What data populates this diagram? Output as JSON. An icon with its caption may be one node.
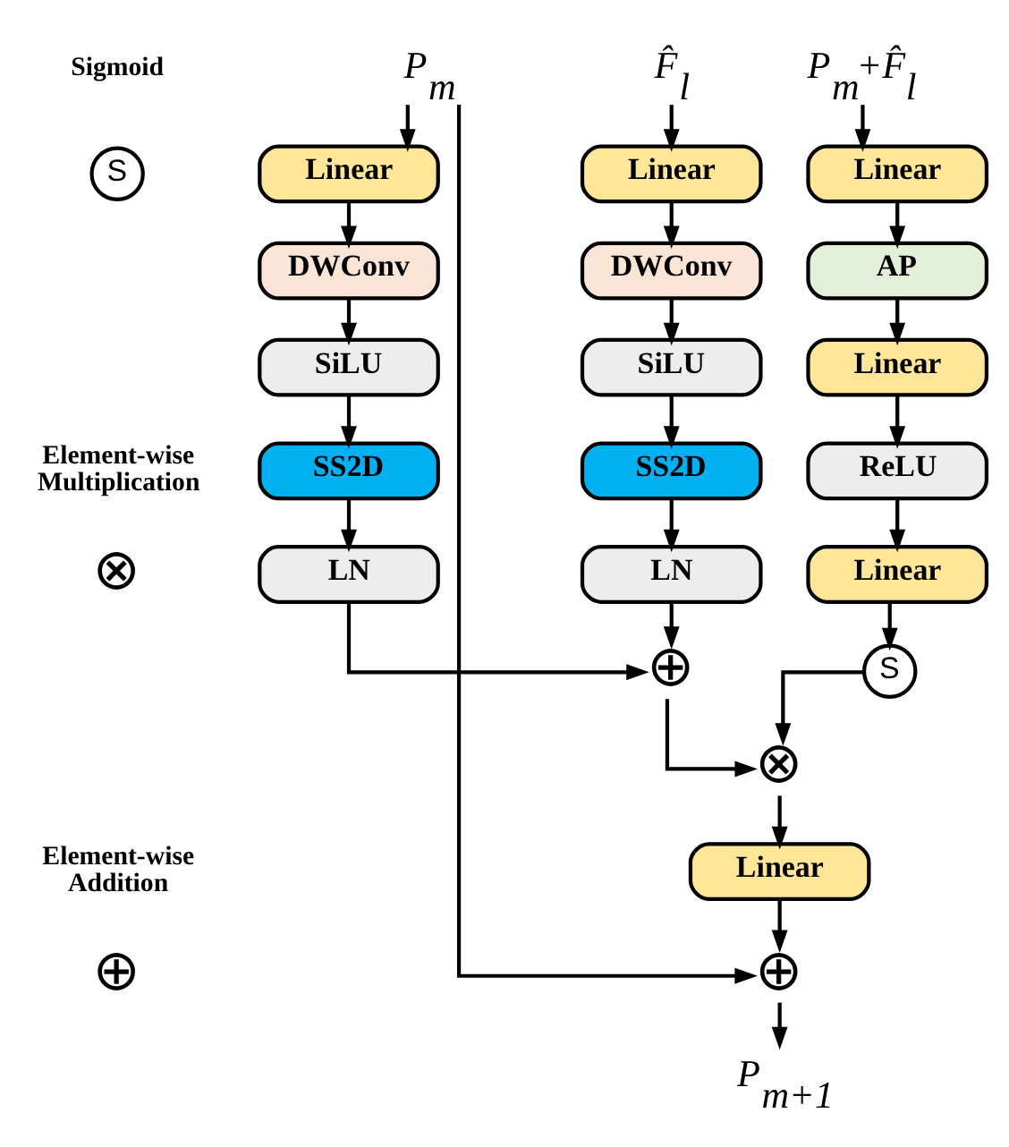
{
  "diagram": {
    "nodes": [
      {
        "text": [
          "P$_{m}$"
        ]
      },
      {
        "text": [
          "F̂$_{l}$"
        ]
      },
      {
        "text": [
          "P$_{m}$+F̂$_{l}$"
        ]
      },
      {
        "text": [
          "Linear"
        ]
      },
      {
        "text": [
          "Linear"
        ]
      },
      {
        "text": [
          "Linear"
        ]
      },
      {
        "text": [
          "DWConv"
        ]
      },
      {
        "text": [
          "DWConv"
        ]
      },
      {
        "text": [
          "AP"
        ]
      },
      {
        "text": [
          "Linear"
        ]
      },
      {
        "text": [
          "SiLU"
        ]
      },
      {
        "text": [
          "SiLU"
        ]
      },
      {
        "text": [
          "ReLU"
        ]
      },
      {
        "text": [
          "SS2D"
        ]
      },
      {
        "text": [
          "SS2D"
        ]
      },
      {
        "text": [
          "Linear"
        ]
      },
      {
        "text": [
          "LN"
        ]
      },
      {
        "text": [
          "S"
        ]
      },
      {
        "text": [
          "LN"
        ]
      },
      {
        "text": [
          "⊕"
        ]
      },
      {
        "text": [
          "⊗"
        ]
      },
      {
        "text": [
          "Linear"
        ]
      },
      {
        "text": [
          "⊕"
        ]
      },
      {
        "text": [
          "P$_{m+1}$"
        ]
      },
      {
        "text": [
          "S"
        ],
        "beside": [
          "Sigmoid"
        ]
      },
      {
        "text": [
          "⊗"
        ],
        "beside": [
          "Element-wise Multiplication"
        ]
      },
      {
        "text": [
          "⊕"
        ],
        "beside": [
          "Element-wise Addition"
        ]
      }
    ],
    "edges": [
      {
        "from": 0,
        "to": 3,
        "arrow": "to"
      },
      {
        "from": 1,
        "to": 4,
        "arrow": "to"
      },
      {
        "from": 2,
        "to": 5,
        "arrow": "to"
      },
      {
        "from": 3,
        "to": 6,
        "arrow": "to"
      },
      {
        "from": 6,
        "to": 10,
        "arrow": "to"
      },
      {
        "from": 10,
        "to": 13,
        "arrow": "to"
      },
      {
        "from": 13,
        "to": 16,
        "arrow": "to"
      },
      {
        "from": 16,
        "to": 19,
        "arrow": "to"
      },
      {
        "from": 4,
        "to": 7,
        "arrow": "to"
      },
      {
        "from": 7,
        "to": 11,
        "arrow": "to"
      },
      {
        "from": 11,
        "to": 14,
        "arrow": "to"
      },
      {
        "from": 14,
        "to": 18,
        "arrow": "to"
      },
      {
        "from": 18,
        "to": 19,
        "arrow": "to"
      },
      {
        "from": 5,
        "to": 8,
        "arrow": "to"
      },
      {
        "from": 8,
        "to": 9,
        "arrow": "to"
      },
      {
        "from": 9,
        "to": 12,
        "arrow": "to"
      },
      {
        "from": 12,
        "to": 15,
        "arrow": "to"
      },
      {
        "from": 15,
        "to": 17,
        "arrow": "to"
      },
      {
        "from": 17,
        "to": 20,
        "arrow": "to"
      },
      {
        "from": 19,
        "to": 20,
        "arrow": "to"
      },
      {
        "from": 20,
        "to": 21,
        "arrow": "to"
      },
      {
        "from": 21,
        "to": 22,
        "arrow": "to"
      },
      {
        "from": 22,
        "to": 23,
        "arrow": "to"
      },
      {
        "from": 0,
        "to": 22,
        "arrow": "to"
      }
    ]
  }
}
